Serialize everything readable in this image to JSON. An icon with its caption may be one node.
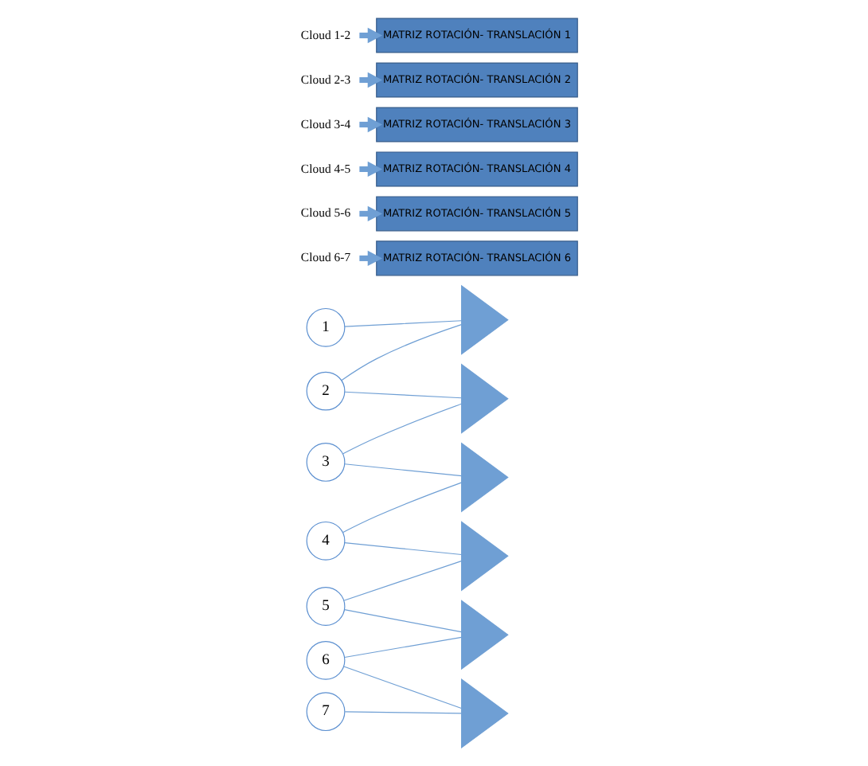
{
  "diagram": {
    "nodes": [
      {
        "text": [
          "1"
        ]
      },
      {
        "text": [
          "2"
        ]
      },
      {
        "text": [
          "3"
        ]
      },
      {
        "text": [
          "4"
        ]
      },
      {
        "text": [
          "5"
        ]
      },
      {
        "text": [
          "6"
        ]
      },
      {
        "text": [
          "7"
        ]
      },
      {
        "text": [],
        "shape": "triangle"
      },
      {
        "text": [],
        "shape": "triangle"
      },
      {
        "text": [],
        "shape": "triangle"
      },
      {
        "text": [],
        "shape": "triangle"
      },
      {
        "text": [],
        "shape": "triangle"
      },
      {
        "text": [],
        "shape": "triangle"
      },
      {
        "text": [
          "Cloud 1-2"
        ]
      },
      {
        "text": [
          "Cloud 2-3"
        ]
      },
      {
        "text": [
          "Cloud 3-4"
        ]
      },
      {
        "text": [
          "Cloud 4-5"
        ]
      },
      {
        "text": [
          "Cloud 5-6"
        ]
      },
      {
        "text": [
          "Cloud 6-7"
        ]
      },
      {
        "text": [
          "MATRIZ ROTACIÓN- TRANSLACIÓN 1"
        ]
      },
      {
        "text": [
          "MATRIZ ROTACIÓN- TRANSLACIÓN 2"
        ]
      },
      {
        "text": [
          "MATRIZ ROTACIÓN- TRANSLACIÓN 3"
        ]
      },
      {
        "text": [
          "MATRIZ ROTACIÓN- TRANSLACIÓN 4"
        ]
      },
      {
        "text": [
          "MATRIZ ROTACIÓN- TRANSLACIÓN 5"
        ]
      },
      {
        "text": [
          "MATRIZ ROTACIÓN- TRANSLACIÓN 6"
        ]
      }
    ],
    "edges": [
      {
        "from": 0,
        "to": 7,
        "arrow": "none"
      },
      {
        "from": 1,
        "to": 7,
        "arrow": "none"
      },
      {
        "from": 1,
        "to": 8,
        "arrow": "none"
      },
      {
        "from": 2,
        "to": 8,
        "arrow": "none"
      },
      {
        "from": 2,
        "to": 9,
        "arrow": "none"
      },
      {
        "from": 3,
        "to": 9,
        "arrow": "none"
      },
      {
        "from": 3,
        "to": 10,
        "arrow": "none"
      },
      {
        "from": 4,
        "to": 10,
        "arrow": "none"
      },
      {
        "from": 4,
        "to": 11,
        "arrow": "none"
      },
      {
        "from": 5,
        "to": 11,
        "arrow": "none"
      },
      {
        "from": 5,
        "to": 12,
        "arrow": "none"
      },
      {
        "from": 6,
        "to": 12,
        "arrow": "none"
      },
      {
        "from": 13,
        "to": 19,
        "arrow": "to",
        "style": "thick"
      },
      {
        "from": 14,
        "to": 20,
        "arrow": "to",
        "style": "thick"
      },
      {
        "from": 15,
        "to": 21,
        "arrow": "to",
        "style": "thick"
      },
      {
        "from": 16,
        "to": 22,
        "arrow": "to",
        "style": "thick"
      },
      {
        "from": 17,
        "to": 23,
        "arrow": "to",
        "style": "thick"
      },
      {
        "from": 18,
        "to": 24,
        "arrow": "to",
        "style": "thick"
      }
    ]
  }
}
